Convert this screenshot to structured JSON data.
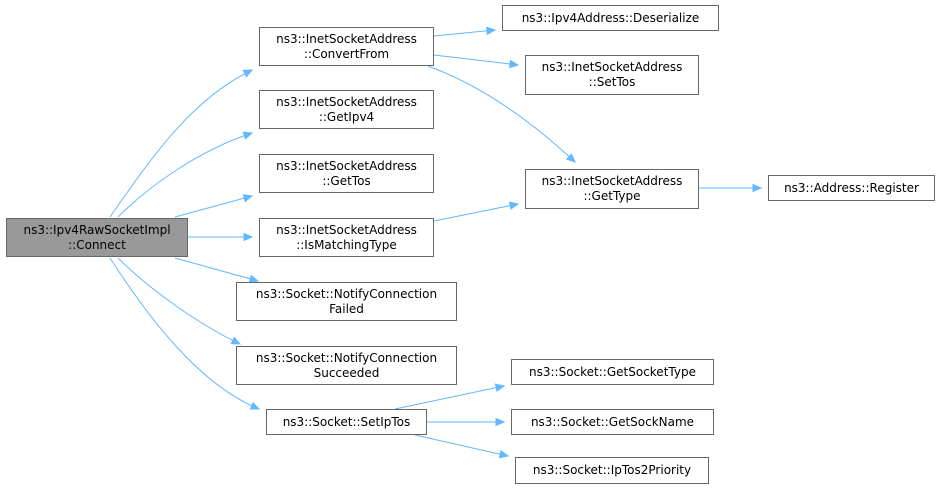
{
  "colors": {
    "edge": "#63b8ff",
    "node_border": "#666666",
    "root_fill": "#999999",
    "node_fill": "#ffffff"
  },
  "nodes": {
    "connect": {
      "line1": "ns3::Ipv4RawSocketImpl",
      "line2": "::Connect"
    },
    "convert_from": {
      "line1": "ns3::InetSocketAddress",
      "line2": "::ConvertFrom"
    },
    "get_ipv4": {
      "line1": "ns3::InetSocketAddress",
      "line2": "::GetIpv4"
    },
    "get_tos": {
      "line1": "ns3::InetSocketAddress",
      "line2": "::GetTos"
    },
    "is_matching_type": {
      "line1": "ns3::InetSocketAddress",
      "line2": "::IsMatchingType"
    },
    "notify_connection_failed": {
      "line1": "ns3::Socket::NotifyConnection",
      "line2": "Failed"
    },
    "notify_connection_succeeded": {
      "line1": "ns3::Socket::NotifyConnection",
      "line2": "Succeeded"
    },
    "set_ip_tos": {
      "line1": "ns3::Socket::SetIpTos"
    },
    "ipv4_deserialize": {
      "line1": "ns3::Ipv4Address::Deserialize"
    },
    "set_tos": {
      "line1": "ns3::InetSocketAddress",
      "line2": "::SetTos"
    },
    "get_type": {
      "line1": "ns3::InetSocketAddress",
      "line2": "::GetType"
    },
    "address_register": {
      "line1": "ns3::Address::Register"
    },
    "get_socket_type": {
      "line1": "ns3::Socket::GetSocketType"
    },
    "get_sock_name": {
      "line1": "ns3::Socket::GetSockName"
    },
    "ip_tos_2_priority": {
      "line1": "ns3::Socket::IpTos2Priority"
    }
  },
  "edges": [
    {
      "from": "connect",
      "to": "convert_from"
    },
    {
      "from": "connect",
      "to": "get_ipv4"
    },
    {
      "from": "connect",
      "to": "get_tos"
    },
    {
      "from": "connect",
      "to": "is_matching_type"
    },
    {
      "from": "connect",
      "to": "notify_connection_failed"
    },
    {
      "from": "connect",
      "to": "notify_connection_succeeded"
    },
    {
      "from": "connect",
      "to": "set_ip_tos"
    },
    {
      "from": "convert_from",
      "to": "ipv4_deserialize"
    },
    {
      "from": "convert_from",
      "to": "set_tos"
    },
    {
      "from": "convert_from",
      "to": "get_type"
    },
    {
      "from": "is_matching_type",
      "to": "get_type"
    },
    {
      "from": "get_type",
      "to": "address_register"
    },
    {
      "from": "set_ip_tos",
      "to": "get_socket_type"
    },
    {
      "from": "set_ip_tos",
      "to": "get_sock_name"
    },
    {
      "from": "set_ip_tos",
      "to": "ip_tos_2_priority"
    }
  ]
}
